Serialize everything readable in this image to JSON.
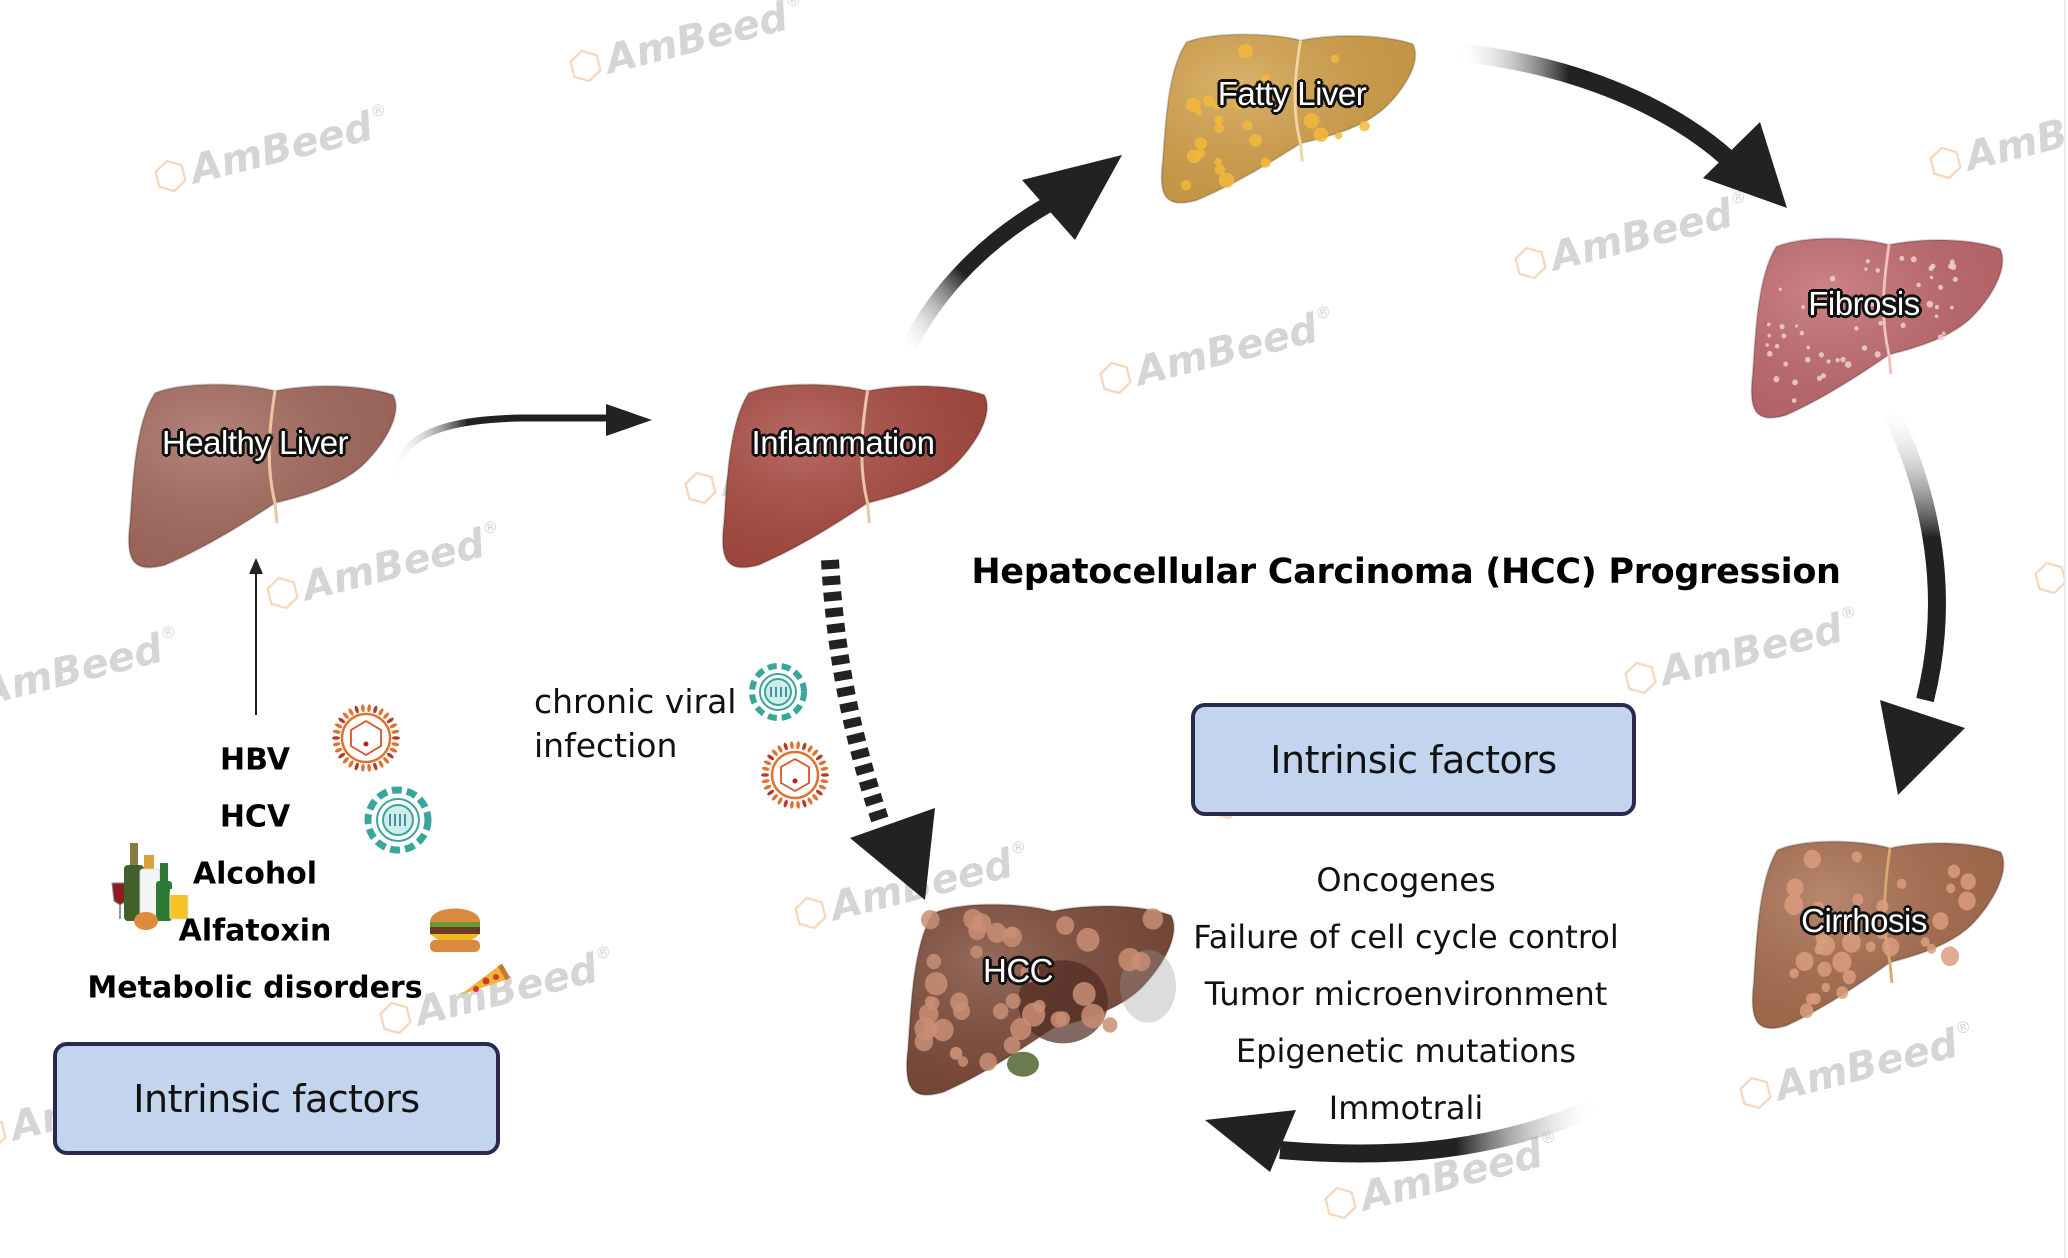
{
  "title": "Hepatocellular Carcinoma (HCC) Progression",
  "stages": {
    "healthy": {
      "label": "Healthy Liver",
      "color": "#a56a5e"
    },
    "inflammation": {
      "label": "Inflammation",
      "color": "#a84a40"
    },
    "fatty": {
      "label": "Fatty Liver",
      "color": "#d4a14a"
    },
    "fibrosis": {
      "label": "Fibrosis",
      "color": "#c16a6e"
    },
    "cirrhosis": {
      "label": "Cirrhosis",
      "color": "#a86d4e"
    },
    "hcc": {
      "label": "HCC",
      "color": "#7d4a38"
    }
  },
  "risk_factors": [
    {
      "label": "HBV",
      "icon": "hbv-virus-icon"
    },
    {
      "label": "HCV",
      "icon": "hcv-virus-icon"
    },
    {
      "label": "Alcohol",
      "icon": "alcohol-bottles-icon"
    },
    {
      "label": "Alfatoxin",
      "icon": "burger-icon"
    },
    {
      "label": "Metabolic disorders",
      "icon": "pizza-icon"
    }
  ],
  "left_box": {
    "label": "Intrinsic factors"
  },
  "right_box": {
    "label": "Intrinsic factors"
  },
  "viral_note": {
    "line1": "chronic viral",
    "line2": "infection"
  },
  "mechanisms": [
    "Oncogenes",
    "Failure of cell cycle control",
    "Tumor microenvironment",
    "Epigenetic mutations",
    "Immotrali"
  ],
  "watermark": {
    "text": "AmBeed",
    "reg": "®"
  },
  "colors": {
    "box_fill": "#c3d4ef",
    "box_border": "#2a2a50",
    "arrow": "#222222",
    "hbv_virus": "#e0722f",
    "hcv_virus": "#3aa59c"
  }
}
